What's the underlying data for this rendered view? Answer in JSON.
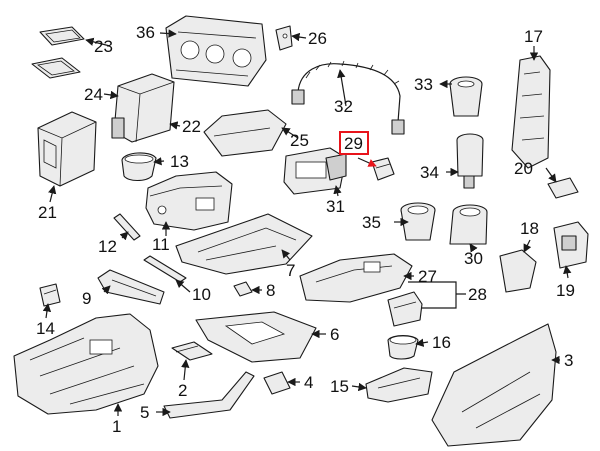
{
  "highlight_color": "#e8141b",
  "callouts": {
    "c1": "1",
    "c2": "2",
    "c3": "3",
    "c4": "4",
    "c5": "5",
    "c6": "6",
    "c7": "7",
    "c8": "8",
    "c9": "9",
    "c10": "10",
    "c11": "11",
    "c12": "12",
    "c13": "13",
    "c14": "14",
    "c15": "15",
    "c16": "16",
    "c17": "17",
    "c18": "18",
    "c19": "19",
    "c20": "20",
    "c21": "21",
    "c22": "22",
    "c23": "23",
    "c24": "24",
    "c25": "25",
    "c26": "26",
    "c27": "27",
    "c28": "28",
    "c29": "29",
    "c30": "30",
    "c31": "31",
    "c32": "32",
    "c33": "33",
    "c34": "34",
    "c35": "35",
    "c36": "36"
  }
}
